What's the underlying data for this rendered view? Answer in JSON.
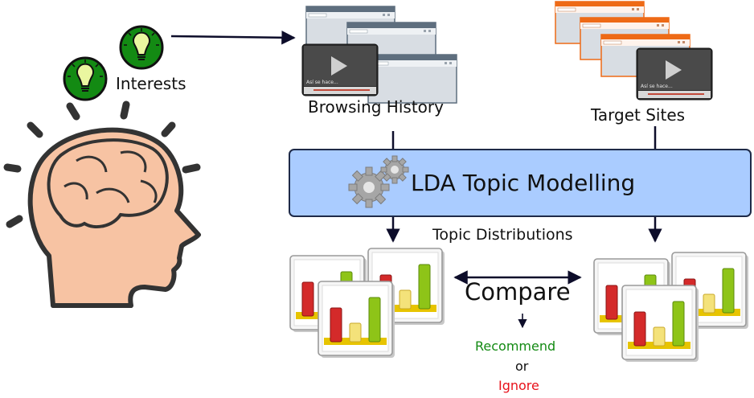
{
  "labels": {
    "interests": "Interests",
    "browsing_history": "Browsing History",
    "target_sites": "Target Sites",
    "lda": "LDA Topic Modelling",
    "topic_distributions": "Topic Distributions",
    "compare": "Compare",
    "recommend": "Recommend",
    "or": "or",
    "ignore": "Ignore",
    "video_caption": "Así se hace..."
  },
  "colors": {
    "recommend": "#138a13",
    "ignore": "#e8121b",
    "lda_fill": "#aaccff",
    "bulb_fill": "#138a13",
    "head_fill": "#f7c3a3",
    "browser_history_frame": "#5e6e7e",
    "browser_target_frame": "#ee6a16",
    "bar_red": "#d42a2a",
    "bar_yellow": "#f4e27a",
    "bar_green": "#8ec418"
  },
  "icons": {
    "bulb": "lightbulb-icon",
    "head": "head-brain-icon",
    "gears": "gears-icon",
    "browser": "browser-window-icon",
    "video": "video-player-icon",
    "chart": "bar-chart-icon"
  }
}
